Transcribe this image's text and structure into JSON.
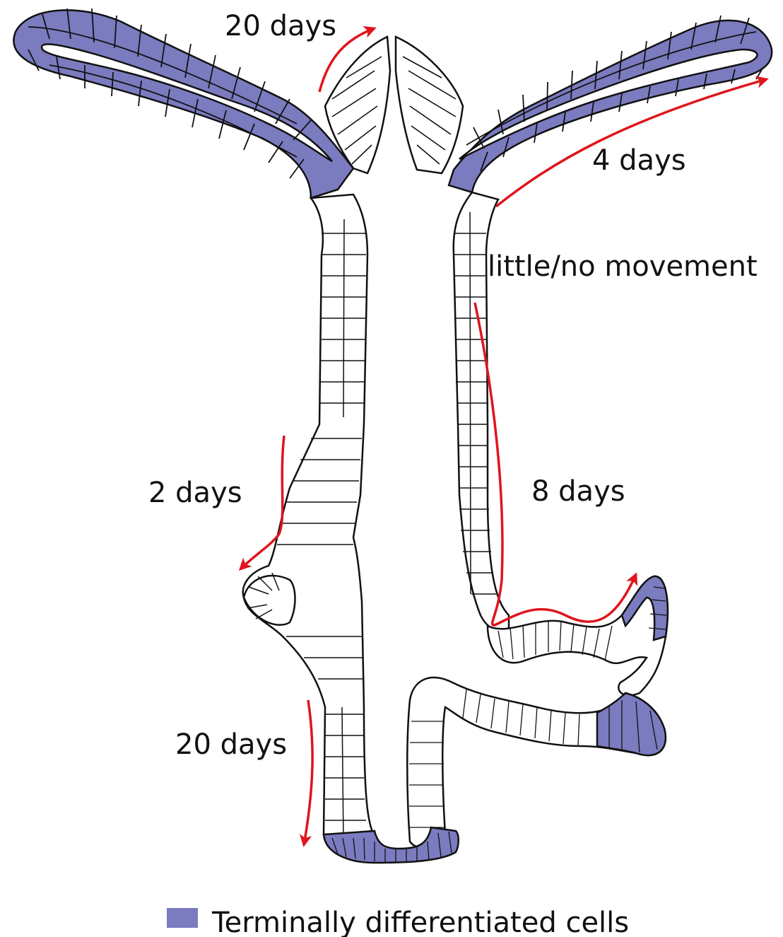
{
  "colors": {
    "differentiated": "#7b7bc0",
    "outline": "#111111",
    "arrow": "#e0141c",
    "background": "#ffffff"
  },
  "labels": {
    "top_center": "20 days",
    "upper_right": "4 days",
    "right_middle": "little/no movement",
    "right_lower": "8 days",
    "left_middle": "2 days",
    "left_lower": "20 days"
  },
  "legend": {
    "swatch_label": "Terminally differentiated cells"
  }
}
